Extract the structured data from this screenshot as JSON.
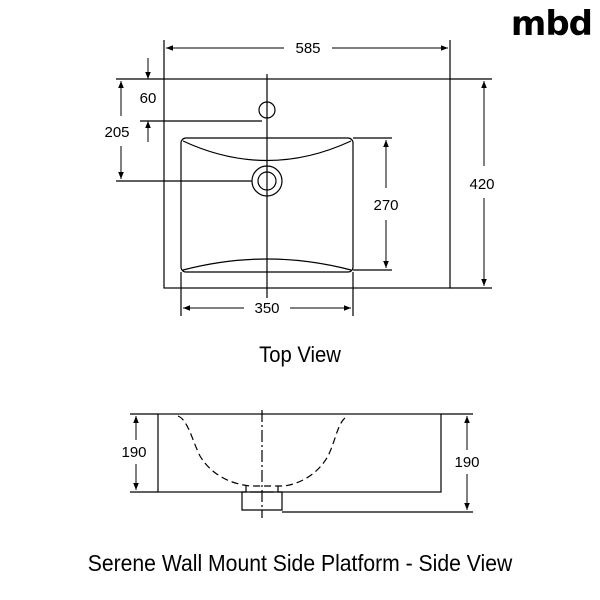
{
  "brand": {
    "logo_text": "mbd"
  },
  "top_view": {
    "caption": "Top View",
    "dim_width": "585",
    "dim_depth": "420",
    "dim_tap_offset": "60",
    "dim_waste_offset": "205",
    "dim_bowl_depth": "270",
    "dim_bowl_width": "350"
  },
  "side_view": {
    "caption": "Serene Wall Mount Side Platform - Side View",
    "dim_height_left": "190",
    "dim_height_right": "190"
  }
}
